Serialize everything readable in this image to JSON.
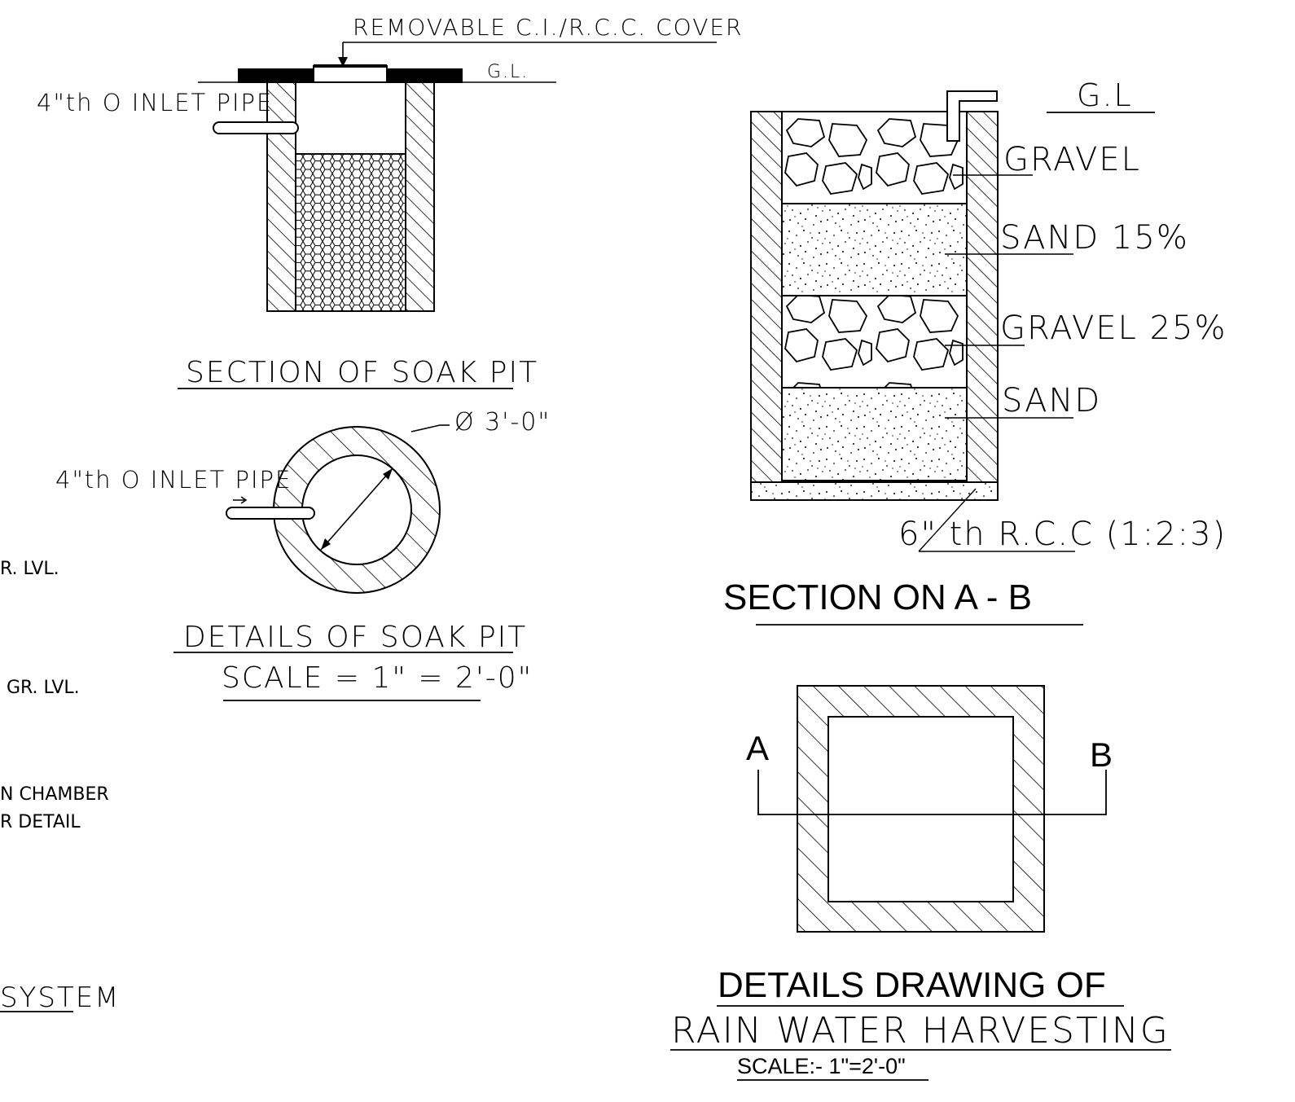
{
  "soak_pit_section": {
    "cover_label": "REMOVABLE C.I./R.C.C. COVER",
    "gl_label": "G.L.",
    "inlet_label": "4\"th O INLET PIPE",
    "title": "SECTION OF SOAK PIT"
  },
  "soak_pit_plan": {
    "diameter_label": "Ø 3'-0\"",
    "inlet_label": "4\"th O INLET PIPE",
    "title": "DETAILS OF SOAK PIT",
    "scale": "SCALE = 1\" = 2'-0\""
  },
  "left_cut_off": {
    "gr_lvl_1": "R. LVL.",
    "gr_lvl_2": "GR. LVL.",
    "chamber_1": "N CHAMBER",
    "chamber_2": "R DETAIL",
    "system": "SYSTEM"
  },
  "section_ab": {
    "gl_label": "G.L",
    "layers": [
      "GRAVEL",
      "SAND 15%",
      "GRAVEL 25%",
      "SAND"
    ],
    "base_label": "6\" th R.C.C (1:2:3)",
    "title": "SECTION ON A - B"
  },
  "plan": {
    "point_a": "A",
    "point_b": "B"
  },
  "title_block": {
    "line1": "DETAILS DRAWING OF",
    "line2": "RAIN WATER HARVESTING",
    "scale": "SCALE:- 1\"=2'-0\""
  }
}
